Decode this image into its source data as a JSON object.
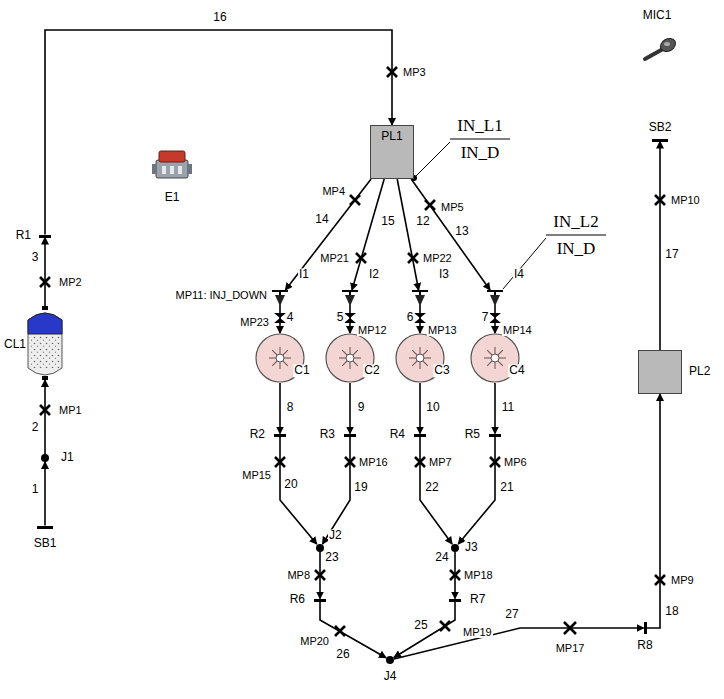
{
  "diagram": {
    "nodes": [
      {
        "text": [
          "SB1"
        ]
      },
      {
        "text": [
          "J1"
        ]
      },
      {
        "text": [
          "CL1"
        ]
      },
      {
        "text": [
          "R1"
        ]
      },
      {
        "text": [
          "PL1"
        ]
      },
      {
        "text": [
          "I1"
        ]
      },
      {
        "text": [
          "I2"
        ]
      },
      {
        "text": [
          "I3"
        ]
      },
      {
        "text": [
          "I4"
        ]
      },
      {
        "text": [
          "C1"
        ]
      },
      {
        "text": [
          "C2"
        ]
      },
      {
        "text": [
          "C3"
        ]
      },
      {
        "text": [
          "C4"
        ]
      },
      {
        "text": [
          "R2"
        ]
      },
      {
        "text": [
          "R3"
        ]
      },
      {
        "text": [
          "R4"
        ]
      },
      {
        "text": [
          "R5"
        ]
      },
      {
        "text": [
          "J2"
        ]
      },
      {
        "text": [
          "J3"
        ]
      },
      {
        "text": [
          "R6"
        ]
      },
      {
        "text": [
          "R7"
        ]
      },
      {
        "text": [
          "J4"
        ]
      },
      {
        "text": [
          "R8"
        ]
      },
      {
        "text": [
          "PL2"
        ]
      },
      {
        "text": [
          "SB2"
        ]
      },
      {
        "text": [
          "E1"
        ]
      },
      {
        "text": [
          "MIC1"
        ]
      }
    ],
    "edges": [
      {
        "from": 0,
        "to": 1,
        "arrow": "to",
        "label": "1"
      },
      {
        "from": 1,
        "to": 2,
        "arrow": "to",
        "label": "2"
      },
      {
        "from": 2,
        "to": 3,
        "arrow": "to",
        "label": "3"
      },
      {
        "from": 3,
        "to": 4,
        "arrow": "to",
        "label": "16"
      },
      {
        "from": 4,
        "to": 5,
        "arrow": "to",
        "label": "14"
      },
      {
        "from": 4,
        "to": 6,
        "arrow": "to",
        "label": "15"
      },
      {
        "from": 4,
        "to": 7,
        "arrow": "to",
        "label": "12"
      },
      {
        "from": 4,
        "to": 8,
        "arrow": "to",
        "label": "13"
      },
      {
        "from": 5,
        "to": 9,
        "arrow": "to",
        "label": "4"
      },
      {
        "from": 6,
        "to": 10,
        "arrow": "to",
        "label": "5"
      },
      {
        "from": 7,
        "to": 11,
        "arrow": "to",
        "label": "6"
      },
      {
        "from": 8,
        "to": 12,
        "arrow": "to",
        "label": "7"
      },
      {
        "from": 9,
        "to": 13,
        "arrow": "to",
        "label": "8"
      },
      {
        "from": 10,
        "to": 14,
        "arrow": "to",
        "label": "9"
      },
      {
        "from": 11,
        "to": 15,
        "arrow": "to",
        "label": "10"
      },
      {
        "from": 12,
        "to": 16,
        "arrow": "to",
        "label": "11"
      },
      {
        "from": 13,
        "to": 17,
        "arrow": "to",
        "label": "20"
      },
      {
        "from": 14,
        "to": 17,
        "arrow": "to",
        "label": "19"
      },
      {
        "from": 15,
        "to": 18,
        "arrow": "to",
        "label": "22"
      },
      {
        "from": 16,
        "to": 18,
        "arrow": "to",
        "label": "21"
      },
      {
        "from": 17,
        "to": 19,
        "arrow": "to",
        "label": "23"
      },
      {
        "from": 18,
        "to": 20,
        "arrow": "to",
        "label": "24"
      },
      {
        "from": 19,
        "to": 21,
        "arrow": "to",
        "label": "26"
      },
      {
        "from": 20,
        "to": 21,
        "arrow": "to",
        "label": "25"
      },
      {
        "from": 21,
        "to": 22,
        "arrow": "to",
        "label": "27"
      },
      {
        "from": 22,
        "to": 23,
        "arrow": "to",
        "label": "18"
      },
      {
        "from": 23,
        "to": 24,
        "arrow": "to",
        "label": "17"
      }
    ],
    "labels": [
      "MP3",
      "IN_L1",
      "IN_D",
      "IN_L2",
      "IN_D",
      "MP4",
      "MP5",
      "MP21",
      "MP22",
      "MP11: INJ_DOWN",
      "MP23",
      "MP12",
      "MP13",
      "MP14",
      "MP2",
      "MP1",
      "MP15",
      "MP16",
      "MP7",
      "MP6",
      "MP8",
      "MP18",
      "MP20",
      "MP19",
      "MP17",
      "MP10",
      "MP9"
    ]
  }
}
